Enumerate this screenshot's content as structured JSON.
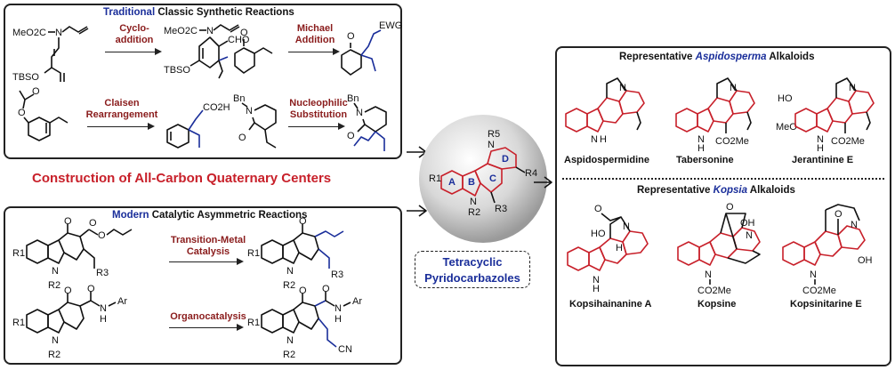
{
  "traditional": {
    "header_keyword": "Traditional",
    "header_rest": "Classic Synthetic Reactions",
    "reactions": [
      "Cyclo-\naddition",
      "Michael\nAddition",
      "Claisen\nRearrangement",
      "Nucleophilic\nSubstitution"
    ],
    "labels": {
      "meo2c_1": "MeO2C",
      "n_1": "N",
      "tbso_1": "TBSO",
      "meo2c_2": "MeO2C",
      "n_2": "N",
      "cho": "CHO",
      "tbso_2": "TBSO",
      "o_1": "O",
      "o_2": "O",
      "ewg": "EWG",
      "o_3": "O",
      "o_4": "O",
      "co2h": "CO2H",
      "bn_1": "Bn",
      "n_3": "N",
      "o_5": "O",
      "bn_2": "Bn",
      "n_4": "N",
      "o_6": "O"
    }
  },
  "center_title": "Construction of All-Carbon Quaternary Centers",
  "modern": {
    "header_keyword": "Modern",
    "header_rest": "Catalytic Asymmetric Reactions",
    "reactions": [
      "Transition-Metal\nCatalysis",
      "Organocatalysis"
    ],
    "labels": {
      "r1_a": "R1",
      "n_a": "N",
      "r2_a": "R2",
      "o_a1": "O",
      "o_a2": "O",
      "o_a3": "O",
      "r3_a": "R3",
      "r1_b": "R1",
      "n_b": "N",
      "r2_b": "R2",
      "o_b": "O",
      "r3_b": "R3",
      "r1_c": "R1",
      "n_c": "N",
      "r2_c": "R2",
      "o_c1": "O",
      "o_c2": "O",
      "nh_c": "N",
      "h_c": "H",
      "ar_c": "Ar",
      "r1_d": "R1",
      "n_d": "N",
      "r2_d": "R2",
      "o_d1": "O",
      "o_d2": "O",
      "nh_d": "N",
      "h_d": "H",
      "ar_d": "Ar",
      "cn_d": "CN"
    }
  },
  "core": {
    "ring_labels": [
      "A",
      "B",
      "C",
      "D"
    ],
    "substituents": {
      "r1": "R1",
      "r2": "R2",
      "r3": "R3",
      "r4": "R4",
      "r5": "R5",
      "n_top": "N",
      "n_bottom": "N"
    },
    "title_line1": "Tetracyclic",
    "title_line2": "Pyridocarbazoles"
  },
  "aspidosperma": {
    "header_prefix": "Representative",
    "header_genus": "Aspidosperma",
    "header_suffix": "Alkaloids",
    "compounds": [
      {
        "name": "Aspidospermidine",
        "atoms": [
          "N",
          "N",
          "H"
        ]
      },
      {
        "name": "Tabersonine",
        "atoms": [
          "N",
          "N",
          "H",
          "CO2Me"
        ]
      },
      {
        "name": "Jerantinine E",
        "atoms": [
          "HO",
          "MeO",
          "N",
          "N",
          "H",
          "CO2Me"
        ]
      }
    ]
  },
  "kopsia": {
    "header_prefix": "Representative",
    "header_genus": "Kopsia",
    "header_suffix": "Alkaloids",
    "compounds": [
      {
        "name": "Kopsihainanine A",
        "atoms": [
          "O",
          "HO",
          "N",
          "H",
          "N",
          "H"
        ]
      },
      {
        "name": "Kopsine",
        "atoms": [
          "O",
          "OH",
          "N",
          "N",
          "CO2Me"
        ]
      },
      {
        "name": "Kopsinitarine E",
        "atoms": [
          "O",
          "N",
          "OH",
          "N",
          "CO2Me"
        ]
      }
    ]
  },
  "colors": {
    "accent_red": "#c8202a",
    "accent_blue": "#1a2e9a",
    "reaction_text": "#8a1c1c"
  }
}
